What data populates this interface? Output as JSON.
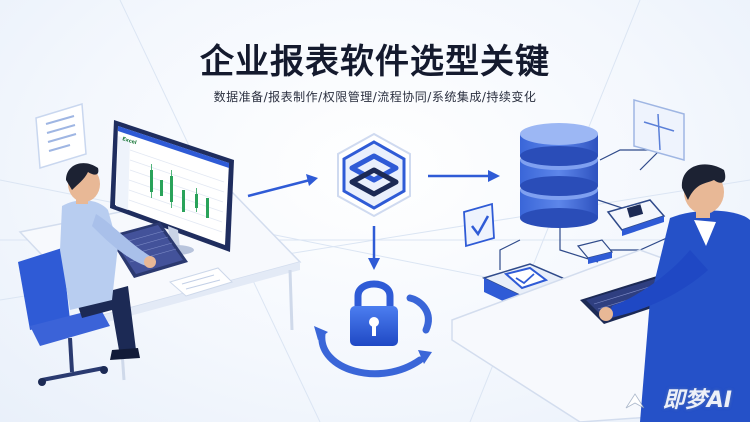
{
  "title": "企业报表软件选型关键",
  "subtitle": "数据准备/报表制作/权限管理/流程协同/系统集成/持续变化",
  "monitor": {
    "app_label": "Excel"
  },
  "watermark": {
    "text": "即梦AI"
  },
  "icons": [
    "document-icon",
    "hexagon-logo-icon",
    "padlock-icon",
    "database-icon",
    "checkmark-card-icon",
    "chip-icon",
    "shield-check-icon",
    "chart-card-icon"
  ],
  "colors": {
    "primary": "#2f5bd6",
    "dark_navy": "#1c2a55",
    "accent_green": "#2aa35a",
    "background": "#f3f7fd"
  }
}
